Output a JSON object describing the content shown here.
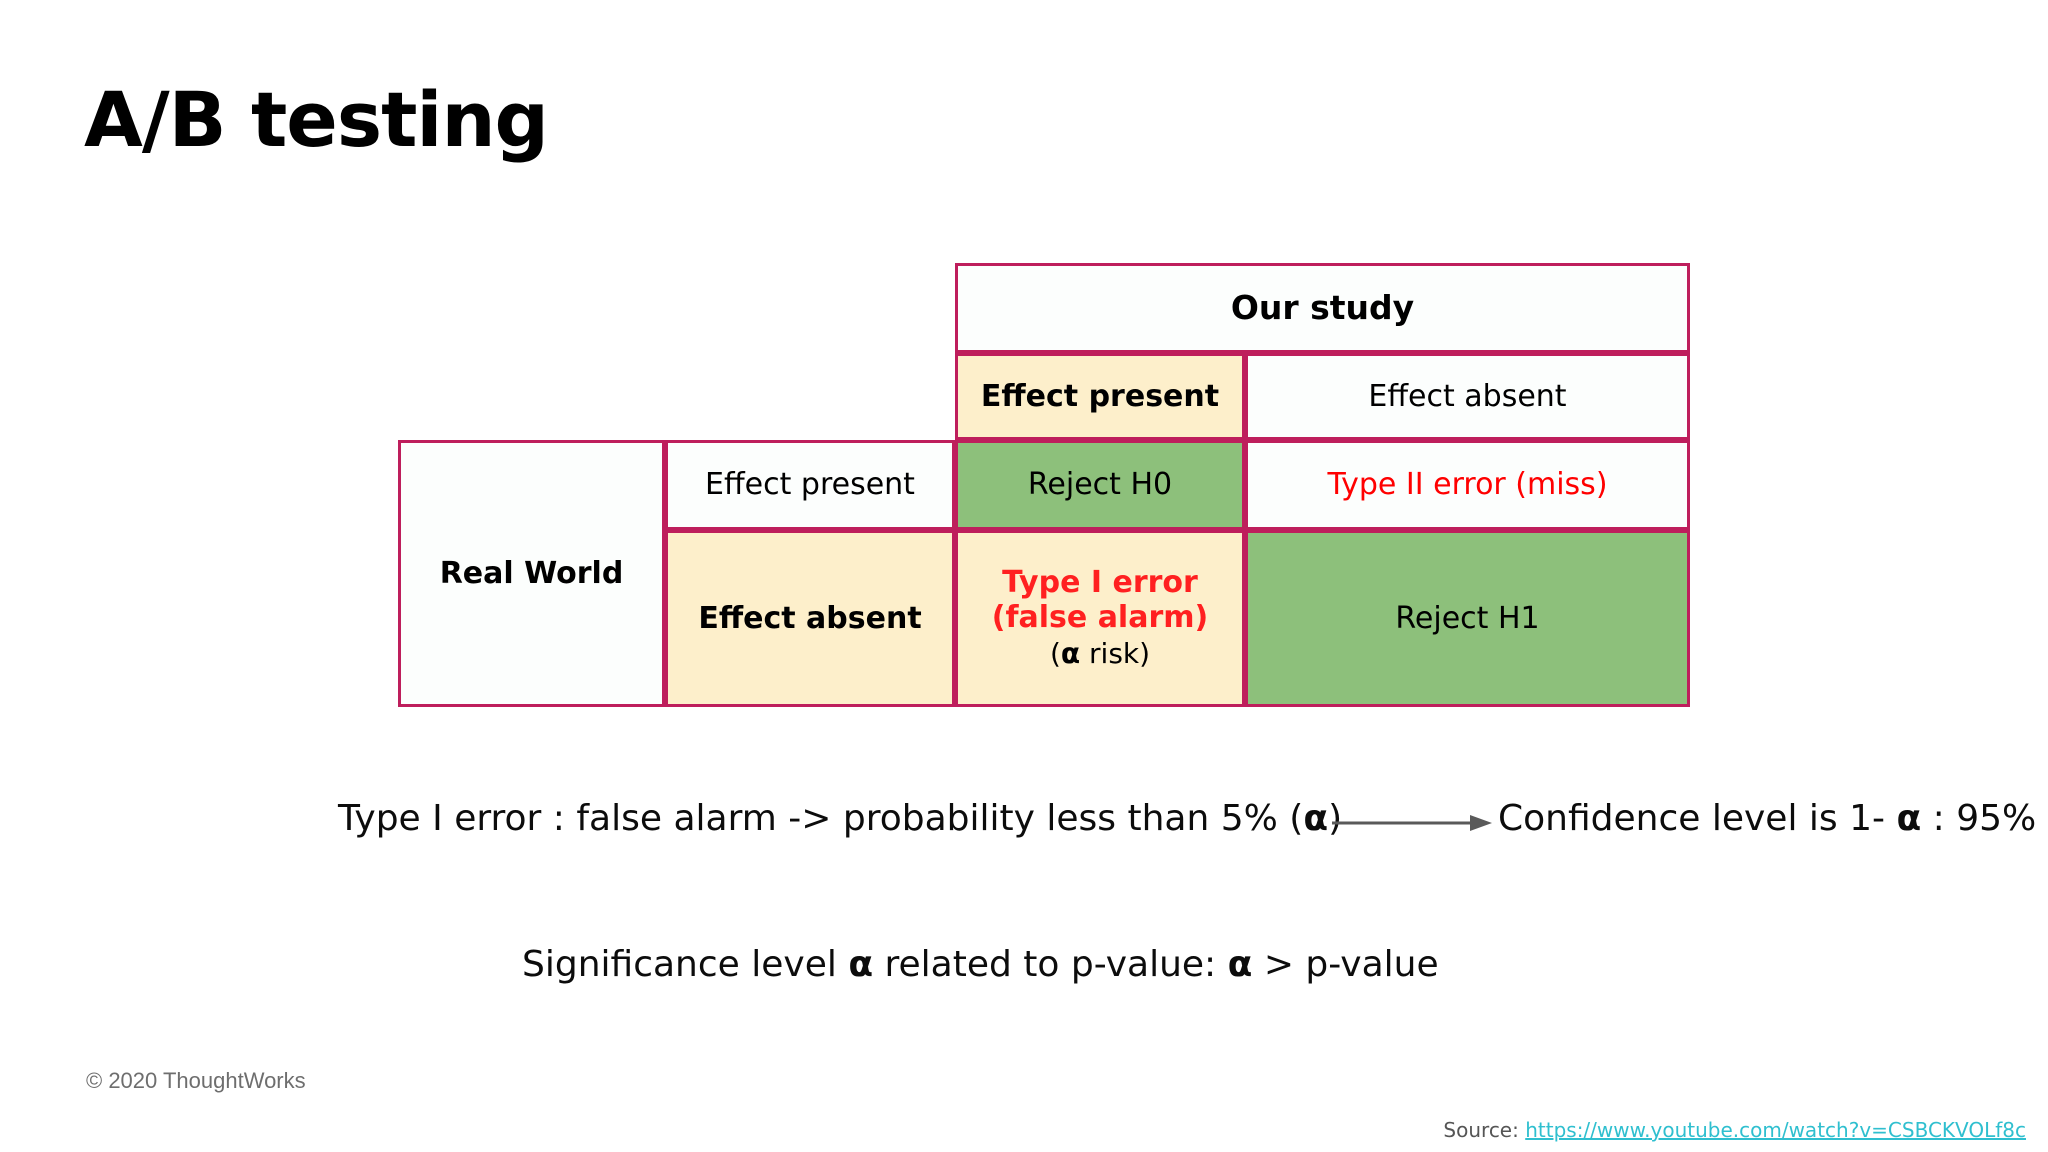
{
  "slide": {
    "title": "A/B testing"
  },
  "matrix": {
    "column_group_header": "Our study",
    "our_study_columns": [
      {
        "label": "Effect present",
        "emphasis": "bold",
        "background": "#FDEFCB"
      },
      {
        "label": "Effect absent",
        "emphasis": "normal",
        "background": "#FFFFFF"
      }
    ],
    "row_group_header": "Real World",
    "real_world_rows": [
      {
        "label": "Effect present",
        "emphasis": "normal",
        "background": "#FFFFFF"
      },
      {
        "label": "Effect absent",
        "emphasis": "bold",
        "background": "#FDEFCB"
      }
    ],
    "cells": {
      "present_present": {
        "text": "Reject H0",
        "background": "#8DC07B",
        "color": "#000000",
        "emphasis": "normal"
      },
      "present_absent": {
        "text": "Type II error (miss)",
        "background": "#FFFFFF",
        "color": "#FF0000",
        "emphasis": "normal"
      },
      "absent_present": {
        "text_line1": "Type I error",
        "text_line2": "(false alarm)",
        "text_note_prefix": "(",
        "text_note_alpha": "α",
        "text_note_suffix": " risk)",
        "background": "#FDEFCB",
        "color": "#FF0000",
        "emphasis": "bold"
      },
      "absent_absent": {
        "text": "Reject H1",
        "background": "#8DC07B",
        "color": "#000000",
        "emphasis": "normal"
      }
    },
    "border_color": "#BE1E5C"
  },
  "explanations": {
    "line1_left_part1": "Type I error : false alarm -> probability less than 5% (",
    "line1_left_alpha": "α",
    "line1_left_part2": ")",
    "arrow_icon": "right-arrow-icon",
    "line1_right_part1": "Confidence level is 1- ",
    "line1_right_alpha": "α",
    "line1_right_part2": " : 95%",
    "line2_part1": "Significance level ",
    "line2_alpha1": "α",
    "line2_part2": " related to p-value:  ",
    "line2_alpha2": "α",
    "line2_part3": " > p-value"
  },
  "footer": {
    "copyright": "© 2020 ThoughtWorks",
    "source_label": "Source: ",
    "source_url": "https://www.youtube.com/watch?v=CSBCKVOLf8c",
    "link_color": "#2FBFCF"
  }
}
